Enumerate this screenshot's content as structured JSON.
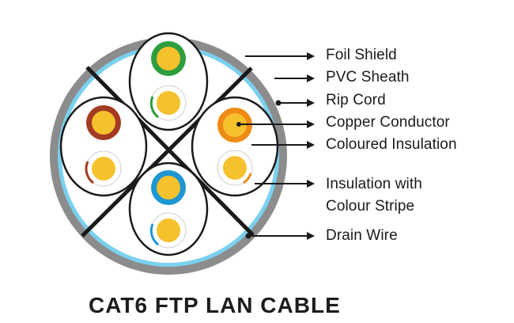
{
  "labels": {
    "foil_shield": "Foil Shield",
    "pvc_sheath": "PVC Sheath",
    "rip_cord": "Rip Cord",
    "copper_conductor": "Copper Conductor",
    "coloured_insulation": "Coloured Insulation",
    "insulation_stripe_line1": "Insulation with",
    "insulation_stripe_line2": "Colour Stripe",
    "drain_wire": "Drain Wire"
  },
  "caption": "CAT6 FTP  LAN CABLE",
  "pairs": [
    {
      "name": "green",
      "color": "#2e9d3e"
    },
    {
      "name": "brown",
      "color": "#a33a22"
    },
    {
      "name": "orange",
      "color": "#ef8a14"
    },
    {
      "name": "blue",
      "color": "#1d96d2"
    }
  ],
  "colors": {
    "sheath": "#8c8c8c",
    "foil": "#7ad0ee",
    "copper": "#f5c12c",
    "stripe_white": "#ffffff",
    "line": "#1a1a1a"
  }
}
